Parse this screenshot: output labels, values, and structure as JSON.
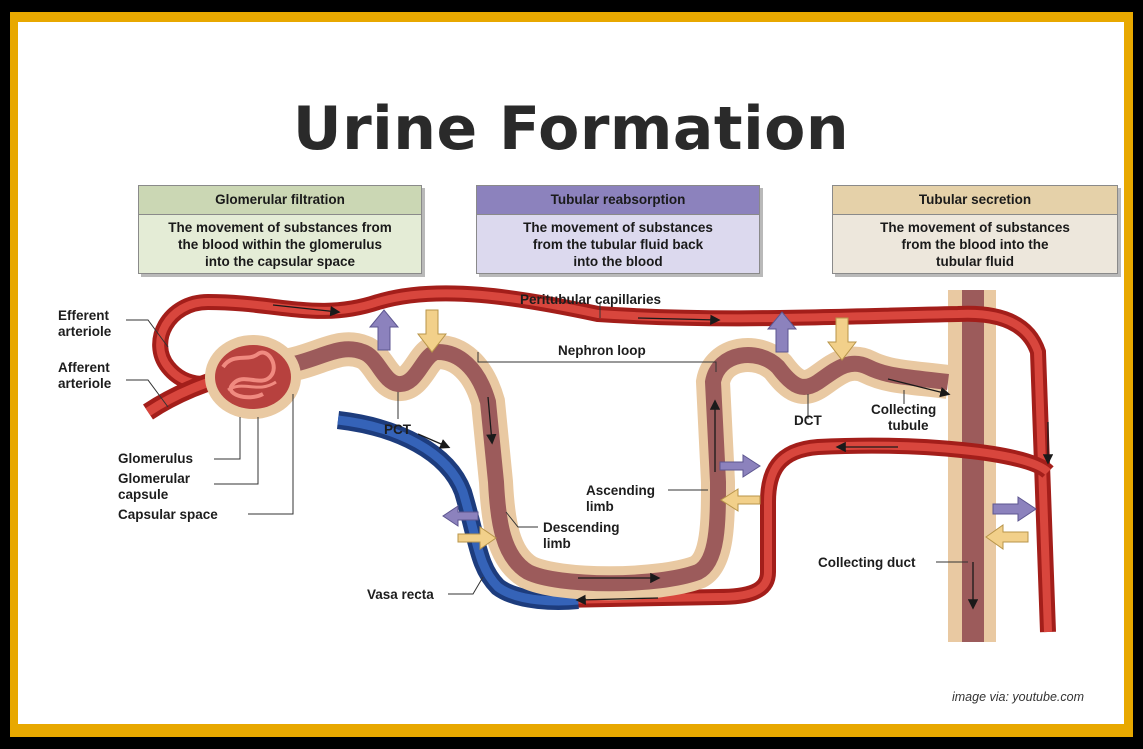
{
  "title": "Urine Formation",
  "boxes": [
    {
      "heading": "Glomerular filtration",
      "lines": [
        "The movement of substances from",
        "the blood within the glomerulus",
        "into the capsular space"
      ],
      "color": "#cbd7b4"
    },
    {
      "heading": "Tubular reabsorption",
      "lines": [
        "The movement of substances",
        "from the tubular fluid back",
        "into the blood"
      ],
      "color": "#8c82bd"
    },
    {
      "heading": "Tubular secretion",
      "lines": [
        "The movement of substances",
        "from the blood into the",
        "tubular fluid"
      ],
      "color": "#e5d1a9"
    }
  ],
  "labels": {
    "efferent_1": "Efferent",
    "efferent_2": "arteriole",
    "afferent_1": "Afferent",
    "afferent_2": "arteriole",
    "peritubular": "Peritubular capillaries",
    "nephron_loop": "Nephron loop",
    "pct": "PCT",
    "dct": "DCT",
    "collecting_tubule_1": "Collecting",
    "collecting_tubule_2": "tubule",
    "glomerulus": "Glomerulus",
    "glomerular_capsule_1": "Glomerular",
    "glomerular_capsule_2": "capsule",
    "capsular_space": "Capsular space",
    "ascending_1": "Ascending",
    "ascending_2": "limb",
    "descending_1": "Descending",
    "descending_2": "limb",
    "vasa_recta": "Vasa recta",
    "collecting_duct": "Collecting duct"
  },
  "credit": "image via: youtube.com",
  "colors": {
    "artery_red": "#c8302a",
    "vein_blue": "#2f58a8",
    "tubule_tan": "#e9c9a2",
    "tubule_inner": "#9c5b5b",
    "reabsorption_arrow": "#8c82bd",
    "secretion_arrow": "#f2d08a",
    "border_gold": "#e8a800"
  }
}
